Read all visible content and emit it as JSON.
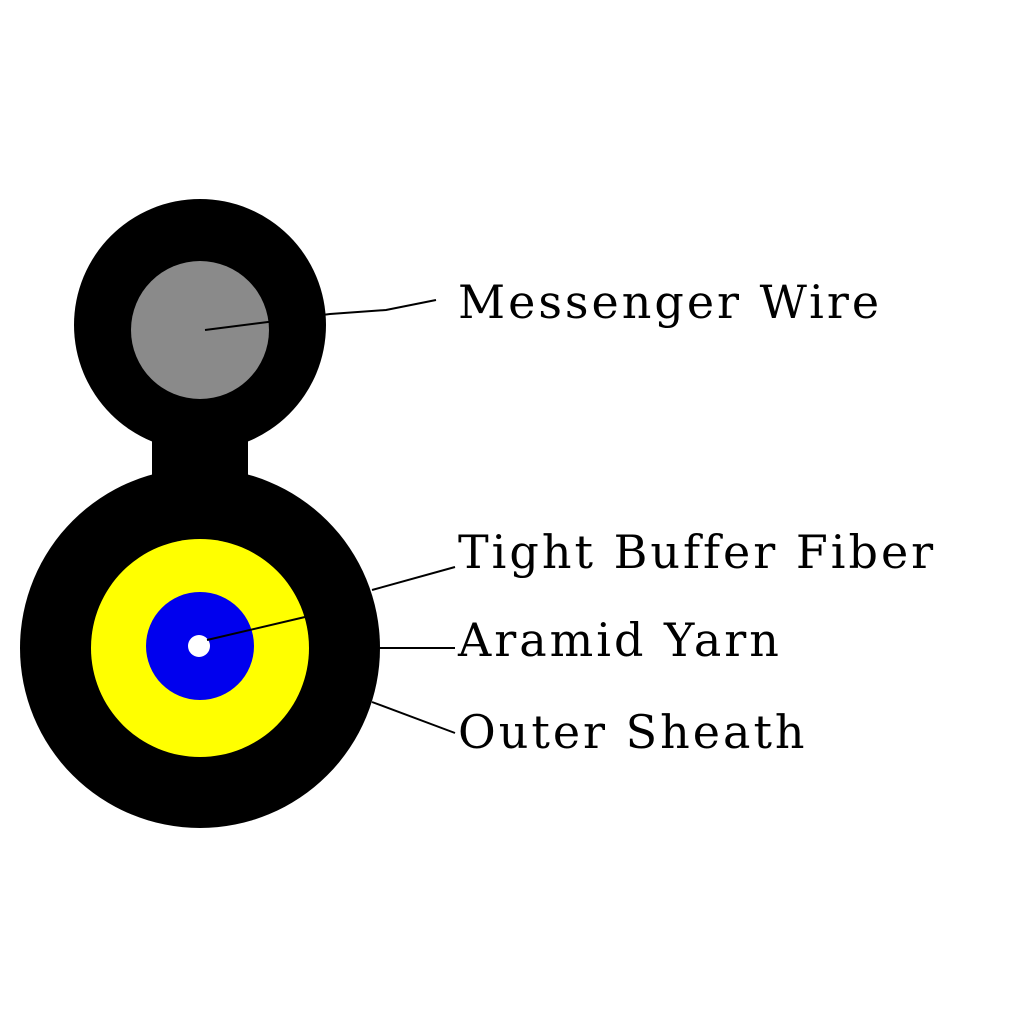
{
  "labels": {
    "messenger_wire": "Messenger Wire",
    "tight_buffer_fiber": "Tight Buffer Fiber",
    "aramid_yarn": "Aramid Yarn",
    "outer_sheath": "Outer Sheath"
  },
  "colors": {
    "background": "#ffffff",
    "sheath": "#000000",
    "messenger_wire": "#8a8a8a",
    "aramid_yarn": "#ffff00",
    "tight_buffer": "#0000ee",
    "fiber_core": "#ffffff",
    "leader_line": "#000000"
  }
}
